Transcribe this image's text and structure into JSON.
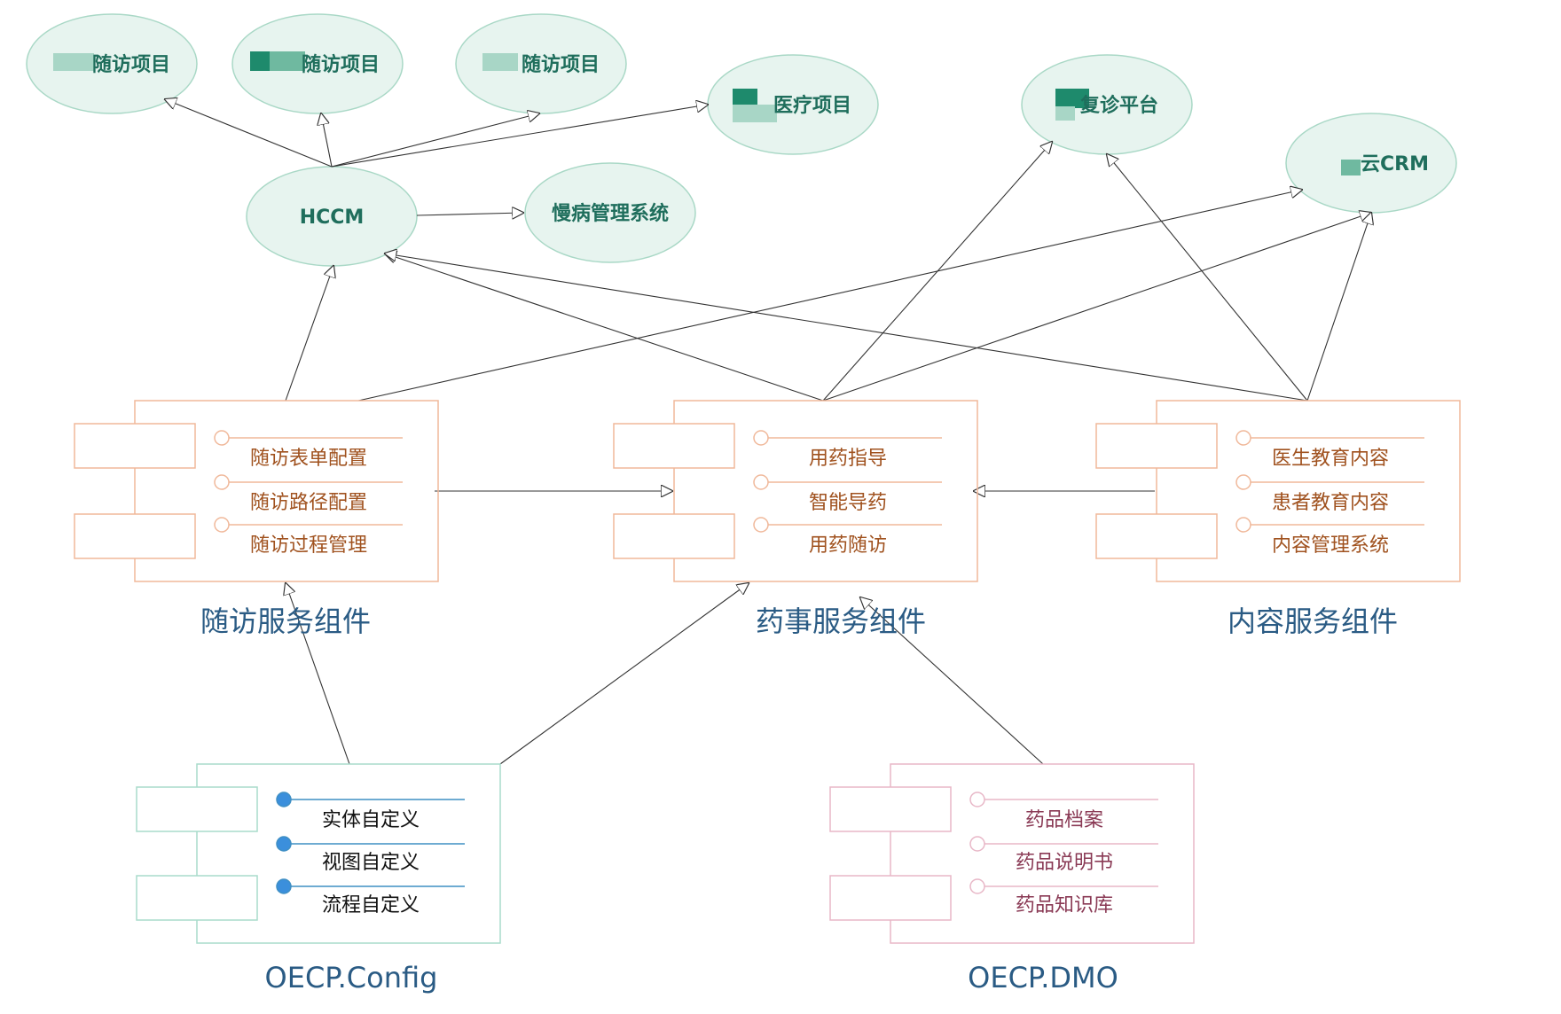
{
  "colors": {
    "ellipse_fill": "#e7f4ef",
    "ellipse_stroke": "#a9d8c6",
    "ellipse_text": "#1f6e5c",
    "arrow": "#333333",
    "orange_stroke": "#f0b89a",
    "orange_text": "#a0521f",
    "teal_stroke": "#a9dccb",
    "pink_stroke": "#e8b7c7",
    "pink_text": "#8a3a55",
    "blue_dot": "#3b8fdc",
    "blue_line": "#3f8fc4",
    "title_blue": "#2a5b84",
    "redacted_dark": "#1e8a6c",
    "redacted_light": "#a8d6c6"
  },
  "ellipses": [
    {
      "id": "e1",
      "label": "随访项目",
      "redacted": true
    },
    {
      "id": "e2",
      "label": "随访项目",
      "redacted": true
    },
    {
      "id": "e3",
      "label": "随访项目",
      "redacted": true
    },
    {
      "id": "e4",
      "label": "医疗项目",
      "redacted": true
    },
    {
      "id": "e5",
      "label": "复诊平台",
      "redacted": true
    },
    {
      "id": "e6",
      "label": "云CRM",
      "redacted": true
    },
    {
      "id": "hccm",
      "label": "HCCM",
      "redacted": false
    },
    {
      "id": "mb",
      "label": "慢病管理系统",
      "redacted": false
    }
  ],
  "components": [
    {
      "id": "c1",
      "title": "随访服务组件",
      "items": [
        "随访表单配置",
        "随访路径配置",
        "随访过程管理"
      ],
      "style": "orange"
    },
    {
      "id": "c2",
      "title": "药事服务组件",
      "items": [
        "用药指导",
        "智能导药",
        "用药随访"
      ],
      "style": "orange"
    },
    {
      "id": "c3",
      "title": "内容服务组件",
      "items": [
        "医生教育内容",
        "患者教育内容",
        "内容管理系统"
      ],
      "style": "orange"
    },
    {
      "id": "c4",
      "title": "OECP.Config",
      "items": [
        "实体自定义",
        "视图自定义",
        "流程自定义"
      ],
      "style": "teal"
    },
    {
      "id": "c5",
      "title": "OECP.DMO",
      "items": [
        "药品档案",
        "药品说明书",
        "药品知识库"
      ],
      "style": "pink"
    }
  ]
}
